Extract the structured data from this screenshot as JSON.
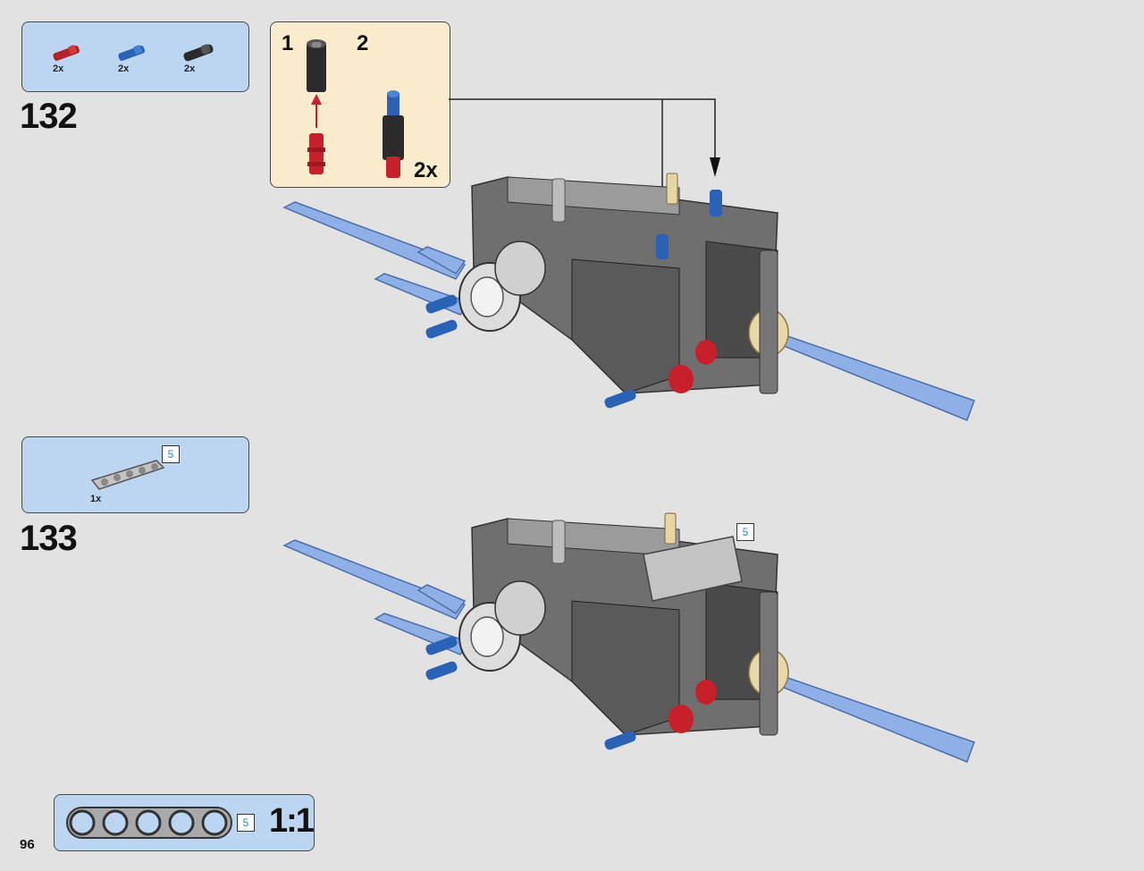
{
  "step132": {
    "number": "132",
    "parts": [
      {
        "icon": "red-axle-pin-icon",
        "qty": "2x",
        "color": "#b3212b"
      },
      {
        "icon": "blue-axle-pin-icon",
        "qty": "2x",
        "color": "#2a63b5"
      },
      {
        "icon": "black-pin-icon",
        "qty": "2x",
        "color": "#2b2b2b"
      }
    ],
    "callout": {
      "sub_step_1": "1",
      "sub_step_2": "2",
      "multiplier": "2x"
    }
  },
  "step133": {
    "number": "133",
    "parts": [
      {
        "icon": "grey-beam-icon",
        "qty": "1x",
        "length": "5"
      }
    ],
    "length_badge": "5"
  },
  "scale": {
    "length": "5",
    "label": "1:1"
  },
  "page_number": "96",
  "colors": {
    "parts_box_bg": "#bcd6f2",
    "callout_bg": "#faebcd",
    "page_bg": "#e2e2e2",
    "beam_blue": "#8fb0e6",
    "frame_grey": "#6f6f6f",
    "pin_blue": "#2a63b5",
    "pin_red": "#c8202a"
  }
}
